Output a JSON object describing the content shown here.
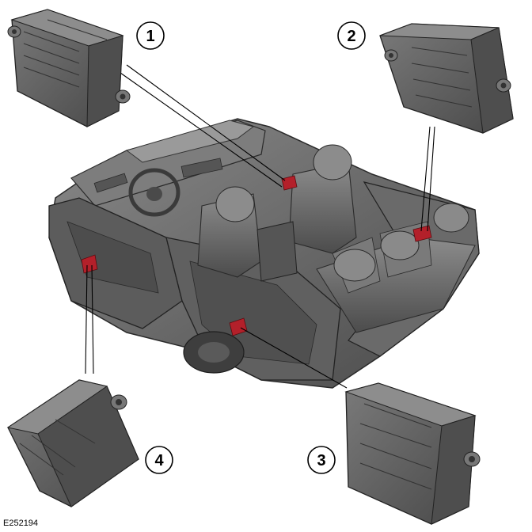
{
  "callouts": [
    {
      "label": "1"
    },
    {
      "label": "2"
    },
    {
      "label": "3"
    },
    {
      "label": "4"
    }
  ],
  "reference_code": "E252194",
  "colors": {
    "module_body": "#5f5f5f",
    "module_shadow": "#3c3c3c",
    "vehicle_body": "#6b6b6b",
    "vehicle_dark": "#474747",
    "highlight": "#b3202a"
  }
}
